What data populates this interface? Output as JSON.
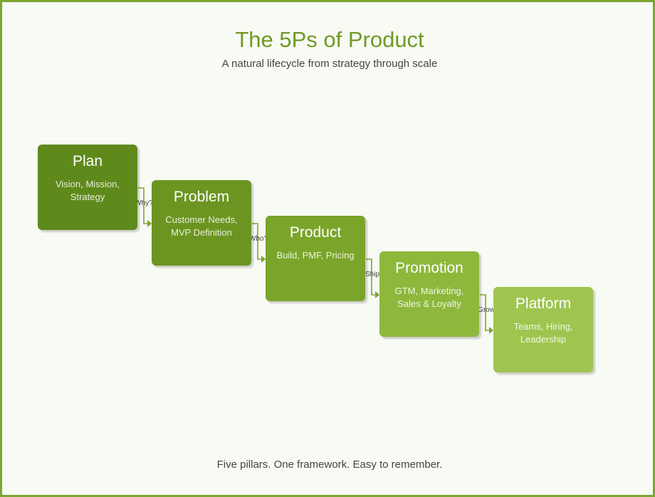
{
  "title": "The 5Ps of Product",
  "subtitle": "A natural lifecycle from strategy through scale",
  "footer": "Five pillars. One framework. Easy to remember.",
  "accent_color": "#7da531",
  "steps": [
    {
      "title": "Plan",
      "desc": "Vision, Mission, Strategy",
      "color": "#5e8a1c"
    },
    {
      "title": "Problem",
      "desc": "Customer Needs, MVP Definition",
      "color": "#6b9520"
    },
    {
      "title": "Product",
      "desc": "Build, PMF, Pricing",
      "color": "#7aa52a"
    },
    {
      "title": "Promotion",
      "desc": "GTM, Marketing, Sales & Loyalty",
      "color": "#8db83c"
    },
    {
      "title": "Platform",
      "desc": "Teams, Hiring, Leadership",
      "color": "#9fc550"
    }
  ],
  "connectors": [
    {
      "label": "Why?"
    },
    {
      "label": "Who?"
    },
    {
      "label": "Ship"
    },
    {
      "label": "Grow"
    }
  ]
}
